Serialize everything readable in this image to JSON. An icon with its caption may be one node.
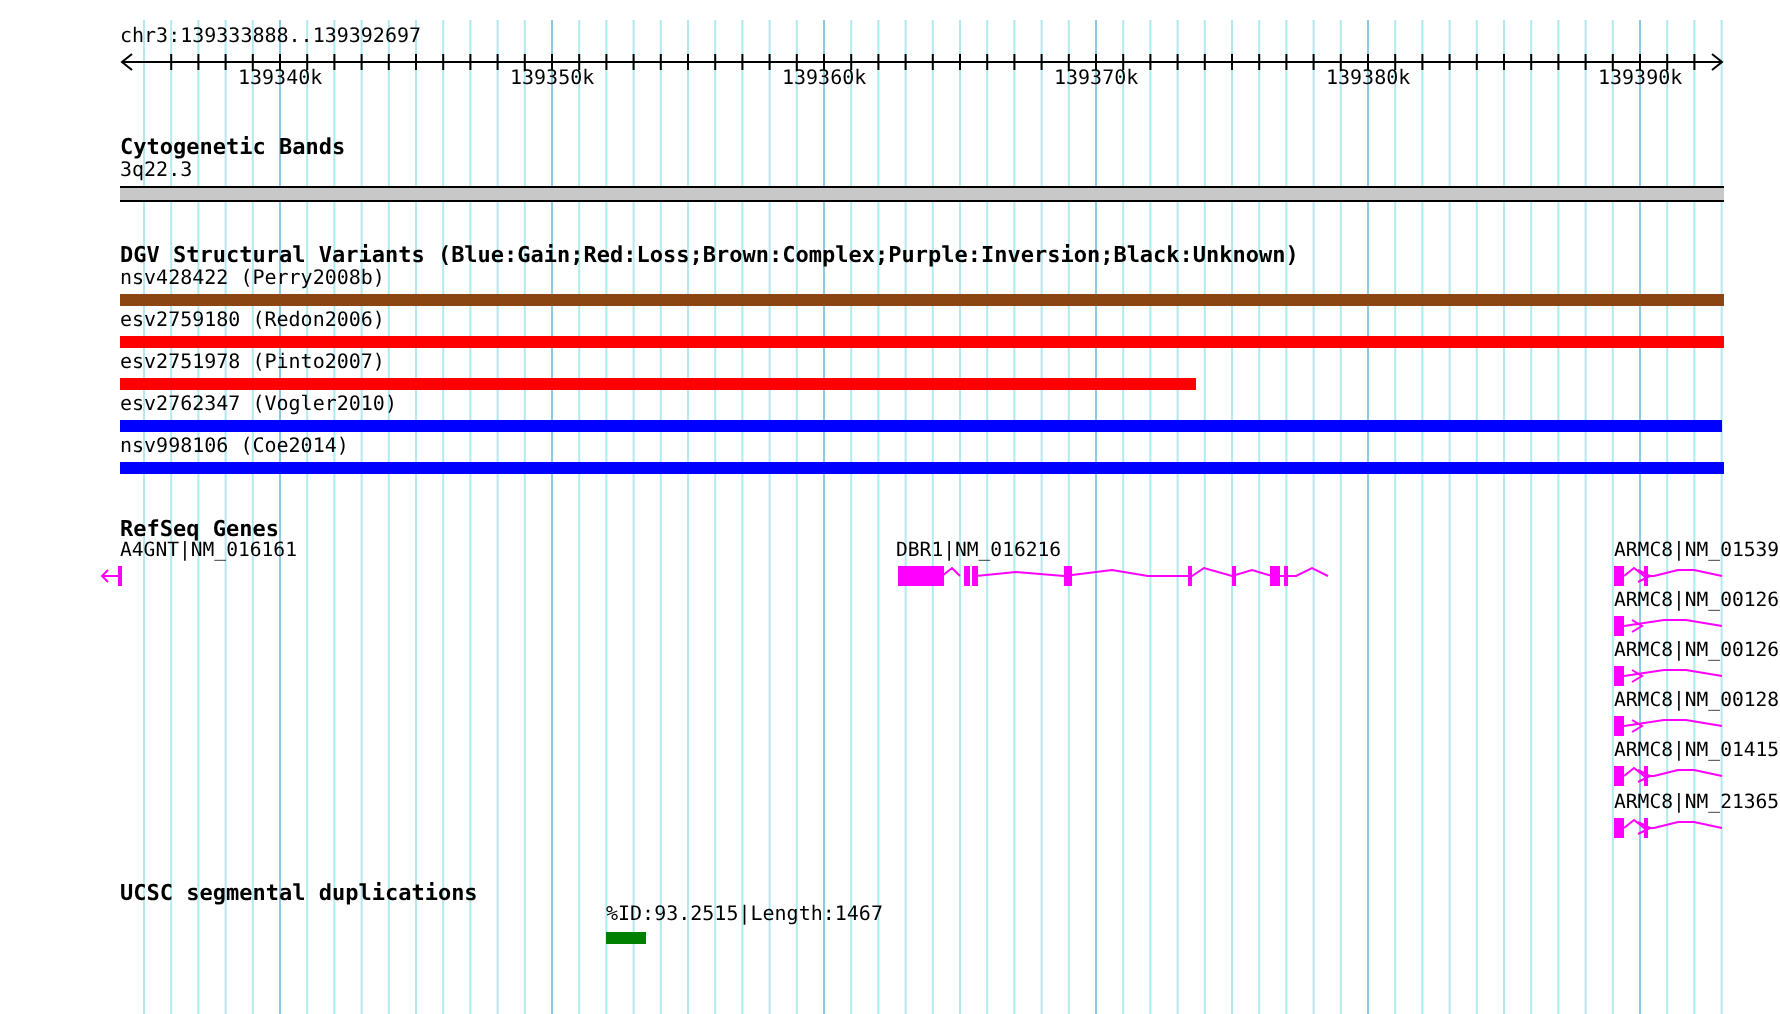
{
  "diagram": {
    "nodes": [
      {
        "text": [
          "3q22.3"
        ]
      },
      {
        "text": [
          "nsv428422 (Perry2008b)"
        ]
      },
      {
        "text": [
          "esv2759180 (Redon2006)"
        ]
      },
      {
        "text": [
          "esv2751978 (Pinto2007)"
        ]
      },
      {
        "text": [
          "esv2762347 (Vogler2010)"
        ]
      },
      {
        "text": [
          "nsv998106 (Coe2014)"
        ]
      },
      {
        "text": [
          "A4GNT|NM_016161"
        ]
      },
      {
        "text": [
          "DBR1|NM_016216"
        ]
      },
      {
        "text": [
          "ARMC8|NM_01539"
        ]
      },
      {
        "text": [
          "ARMC8|NM_00126"
        ]
      },
      {
        "text": [
          "ARMC8|NM_00126"
        ]
      },
      {
        "text": [
          "ARMC8|NM_00128"
        ]
      },
      {
        "text": [
          "ARMC8|NM_01415"
        ]
      },
      {
        "text": [
          "ARMC8|NM_21365"
        ]
      },
      {
        "text": [
          "%ID:93.2515|Length:1467"
        ]
      }
    ],
    "edges": [],
    "labels": [
      "chr3:139333888..139392697",
      "139340k",
      "139350k",
      "139360k",
      "139370k",
      "139380k",
      "139390k",
      "Cytogenetic Bands",
      "DGV Structural Variants (Blue:Gain;Red:Loss;Brown:Complex;Purple:Inversion;Black:Unknown)",
      "RefSeq Genes",
      "UCSC segmental duplications"
    ]
  }
}
